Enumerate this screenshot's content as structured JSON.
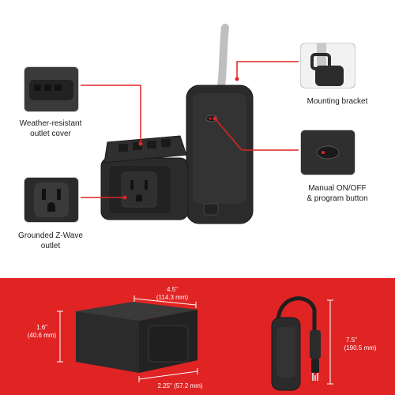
{
  "callouts": {
    "weather_cover": "Weather-resistant\noutlet cover",
    "zwave_outlet": "Grounded Z-Wave\noutlet",
    "mounting_bracket": "Mounting bracket",
    "manual_button": "Manual ON/OFF\n& program button"
  },
  "dimensions": {
    "width_in": "4.5\"",
    "width_mm": "(114.3 mm)",
    "height_in": "1.6\"",
    "height_mm": "(40.6 mm)",
    "depth_in": "2.25\"",
    "depth_mm": "(57.2 mm)",
    "cord_in": "7.5\"",
    "cord_mm": "(190.5 mm)"
  },
  "colors": {
    "accent": "#e02424",
    "device": "#2b2b2b"
  },
  "icons": [
    "callout-line",
    "device-body",
    "outlet-face",
    "plug-prong"
  ]
}
